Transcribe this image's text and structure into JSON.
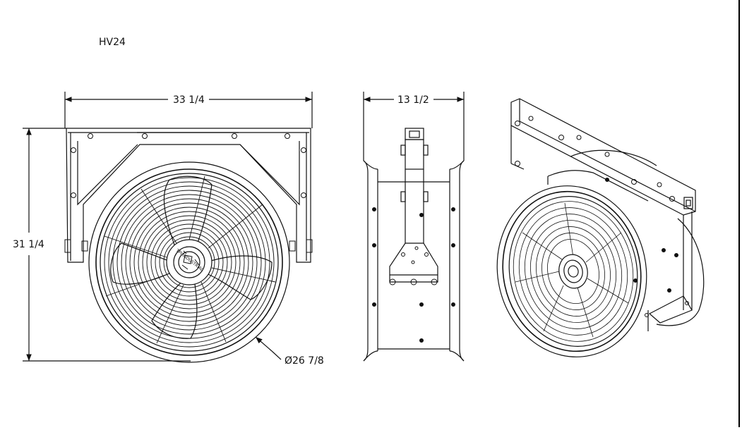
{
  "drawing": {
    "title": "HV24",
    "dim_width": "33 1/4",
    "dim_height": "31 1/4",
    "dim_depth": "13 1/2",
    "dim_diameter": "Ø26 7/8",
    "hub_logo": "TPI INDUSTRIAL"
  },
  "colors": {
    "line": "#111111",
    "paper": "#ffffff"
  }
}
